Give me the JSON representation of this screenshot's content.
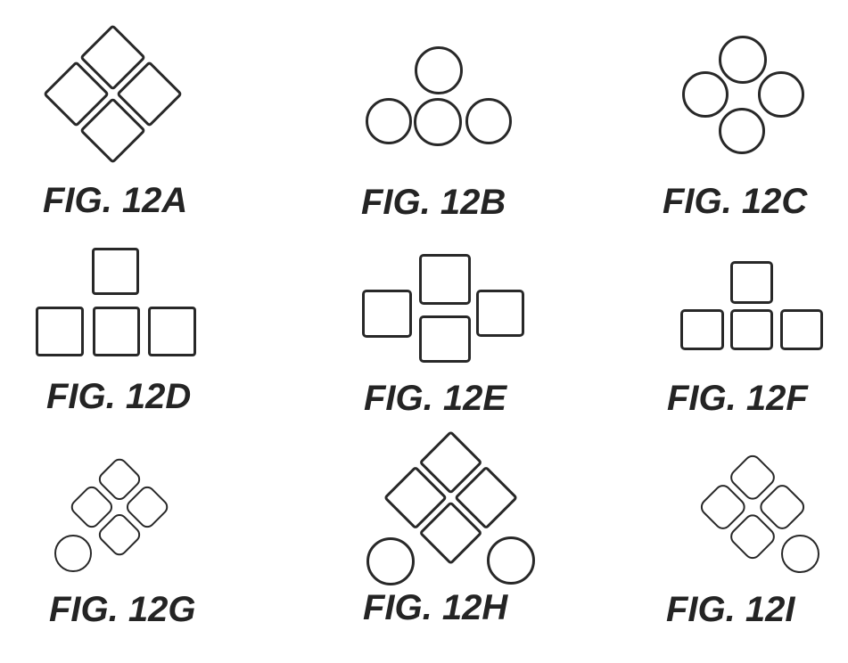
{
  "document": {
    "type": "patent-figure-sheet",
    "background_color": "#ffffff",
    "line_color": "#282828",
    "text_color": "#242424"
  },
  "figures": [
    {
      "id": "12A",
      "label": "FIG. 12A",
      "shapes": "four squares rotated 45 degrees forming a large diamond cluster"
    },
    {
      "id": "12B",
      "label": "FIG. 12B",
      "shapes": "four circles: one on top, three in a row below"
    },
    {
      "id": "12C",
      "label": "FIG. 12C",
      "shapes": "four circles arranged in a diamond (top, left, right, bottom)"
    },
    {
      "id": "12D",
      "label": "FIG. 12D",
      "shapes": "four squares: one on top center, three in a row below"
    },
    {
      "id": "12E",
      "label": "FIG. 12E",
      "shapes": "four squares in a cross (top, left, right, bottom)"
    },
    {
      "id": "12F",
      "label": "FIG. 12F",
      "shapes": "four small squares: one on top center, three in a row below"
    },
    {
      "id": "12G",
      "label": "FIG. 12G",
      "shapes": "four rounded squares rotated 45 degrees in a diamond plus one circle at lower left"
    },
    {
      "id": "12H",
      "label": "FIG. 12H",
      "shapes": "four squares rotated 45 degrees in a diamond plus two circles at lower left and lower right"
    },
    {
      "id": "12I",
      "label": "FIG. 12I",
      "shapes": "four rounded squares rotated 45 degrees in a diamond plus one circle at lower right"
    }
  ]
}
